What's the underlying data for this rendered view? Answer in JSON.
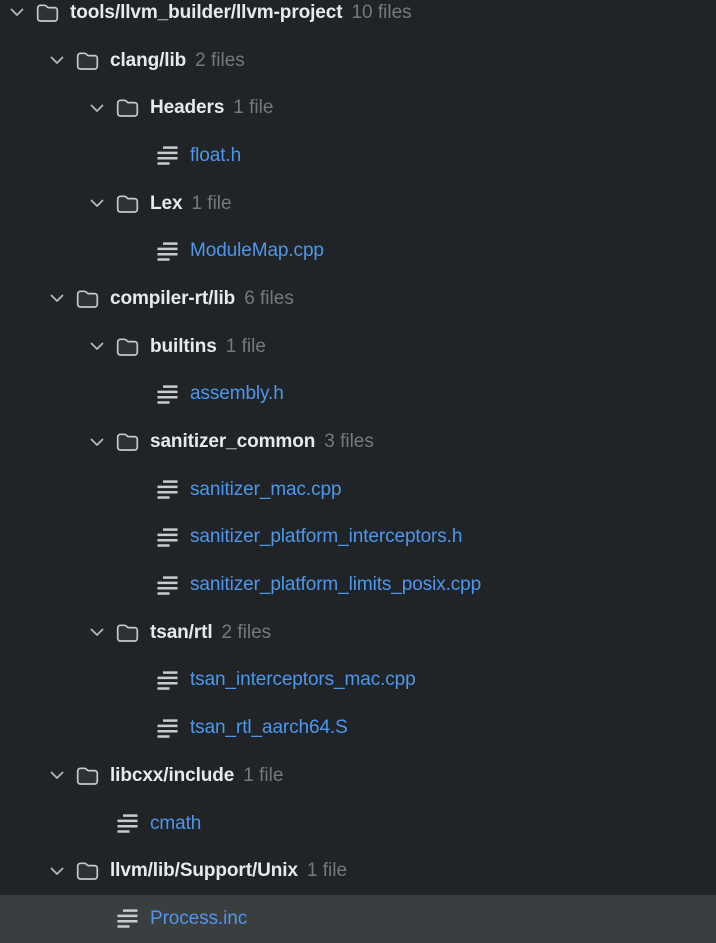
{
  "colors": {
    "background": "#212426",
    "selected_row": "#3a3e41",
    "folder_text": "#e7e9eb",
    "count_text": "#75797d",
    "file_text": "#4d97ec",
    "icon": "#c3c6c9"
  },
  "tree": [
    {
      "type": "folder",
      "depth": 0,
      "name": "tools/llvm_builder/llvm-project",
      "count": "10 files",
      "expanded": true
    },
    {
      "type": "folder",
      "depth": 1,
      "name": "clang/lib",
      "count": "2 files",
      "expanded": true
    },
    {
      "type": "folder",
      "depth": 2,
      "name": "Headers",
      "count": "1 file",
      "expanded": true
    },
    {
      "type": "file",
      "depth": 3,
      "name": "float.h"
    },
    {
      "type": "folder",
      "depth": 2,
      "name": "Lex",
      "count": "1 file",
      "expanded": true
    },
    {
      "type": "file",
      "depth": 3,
      "name": "ModuleMap.cpp"
    },
    {
      "type": "folder",
      "depth": 1,
      "name": "compiler-rt/lib",
      "count": "6 files",
      "expanded": true
    },
    {
      "type": "folder",
      "depth": 2,
      "name": "builtins",
      "count": "1 file",
      "expanded": true
    },
    {
      "type": "file",
      "depth": 3,
      "name": "assembly.h"
    },
    {
      "type": "folder",
      "depth": 2,
      "name": "sanitizer_common",
      "count": "3 files",
      "expanded": true
    },
    {
      "type": "file",
      "depth": 3,
      "name": "sanitizer_mac.cpp"
    },
    {
      "type": "file",
      "depth": 3,
      "name": "sanitizer_platform_interceptors.h"
    },
    {
      "type": "file",
      "depth": 3,
      "name": "sanitizer_platform_limits_posix.cpp"
    },
    {
      "type": "folder",
      "depth": 2,
      "name": "tsan/rtl",
      "count": "2 files",
      "expanded": true
    },
    {
      "type": "file",
      "depth": 3,
      "name": "tsan_interceptors_mac.cpp"
    },
    {
      "type": "file",
      "depth": 3,
      "name": "tsan_rtl_aarch64.S"
    },
    {
      "type": "folder",
      "depth": 1,
      "name": "libcxx/include",
      "count": "1 file",
      "expanded": true
    },
    {
      "type": "file",
      "depth": 2,
      "name": "cmath"
    },
    {
      "type": "folder",
      "depth": 1,
      "name": "llvm/lib/Support/Unix",
      "count": "1 file",
      "expanded": true
    },
    {
      "type": "file",
      "depth": 2,
      "name": "Process.inc",
      "selected": true
    }
  ]
}
